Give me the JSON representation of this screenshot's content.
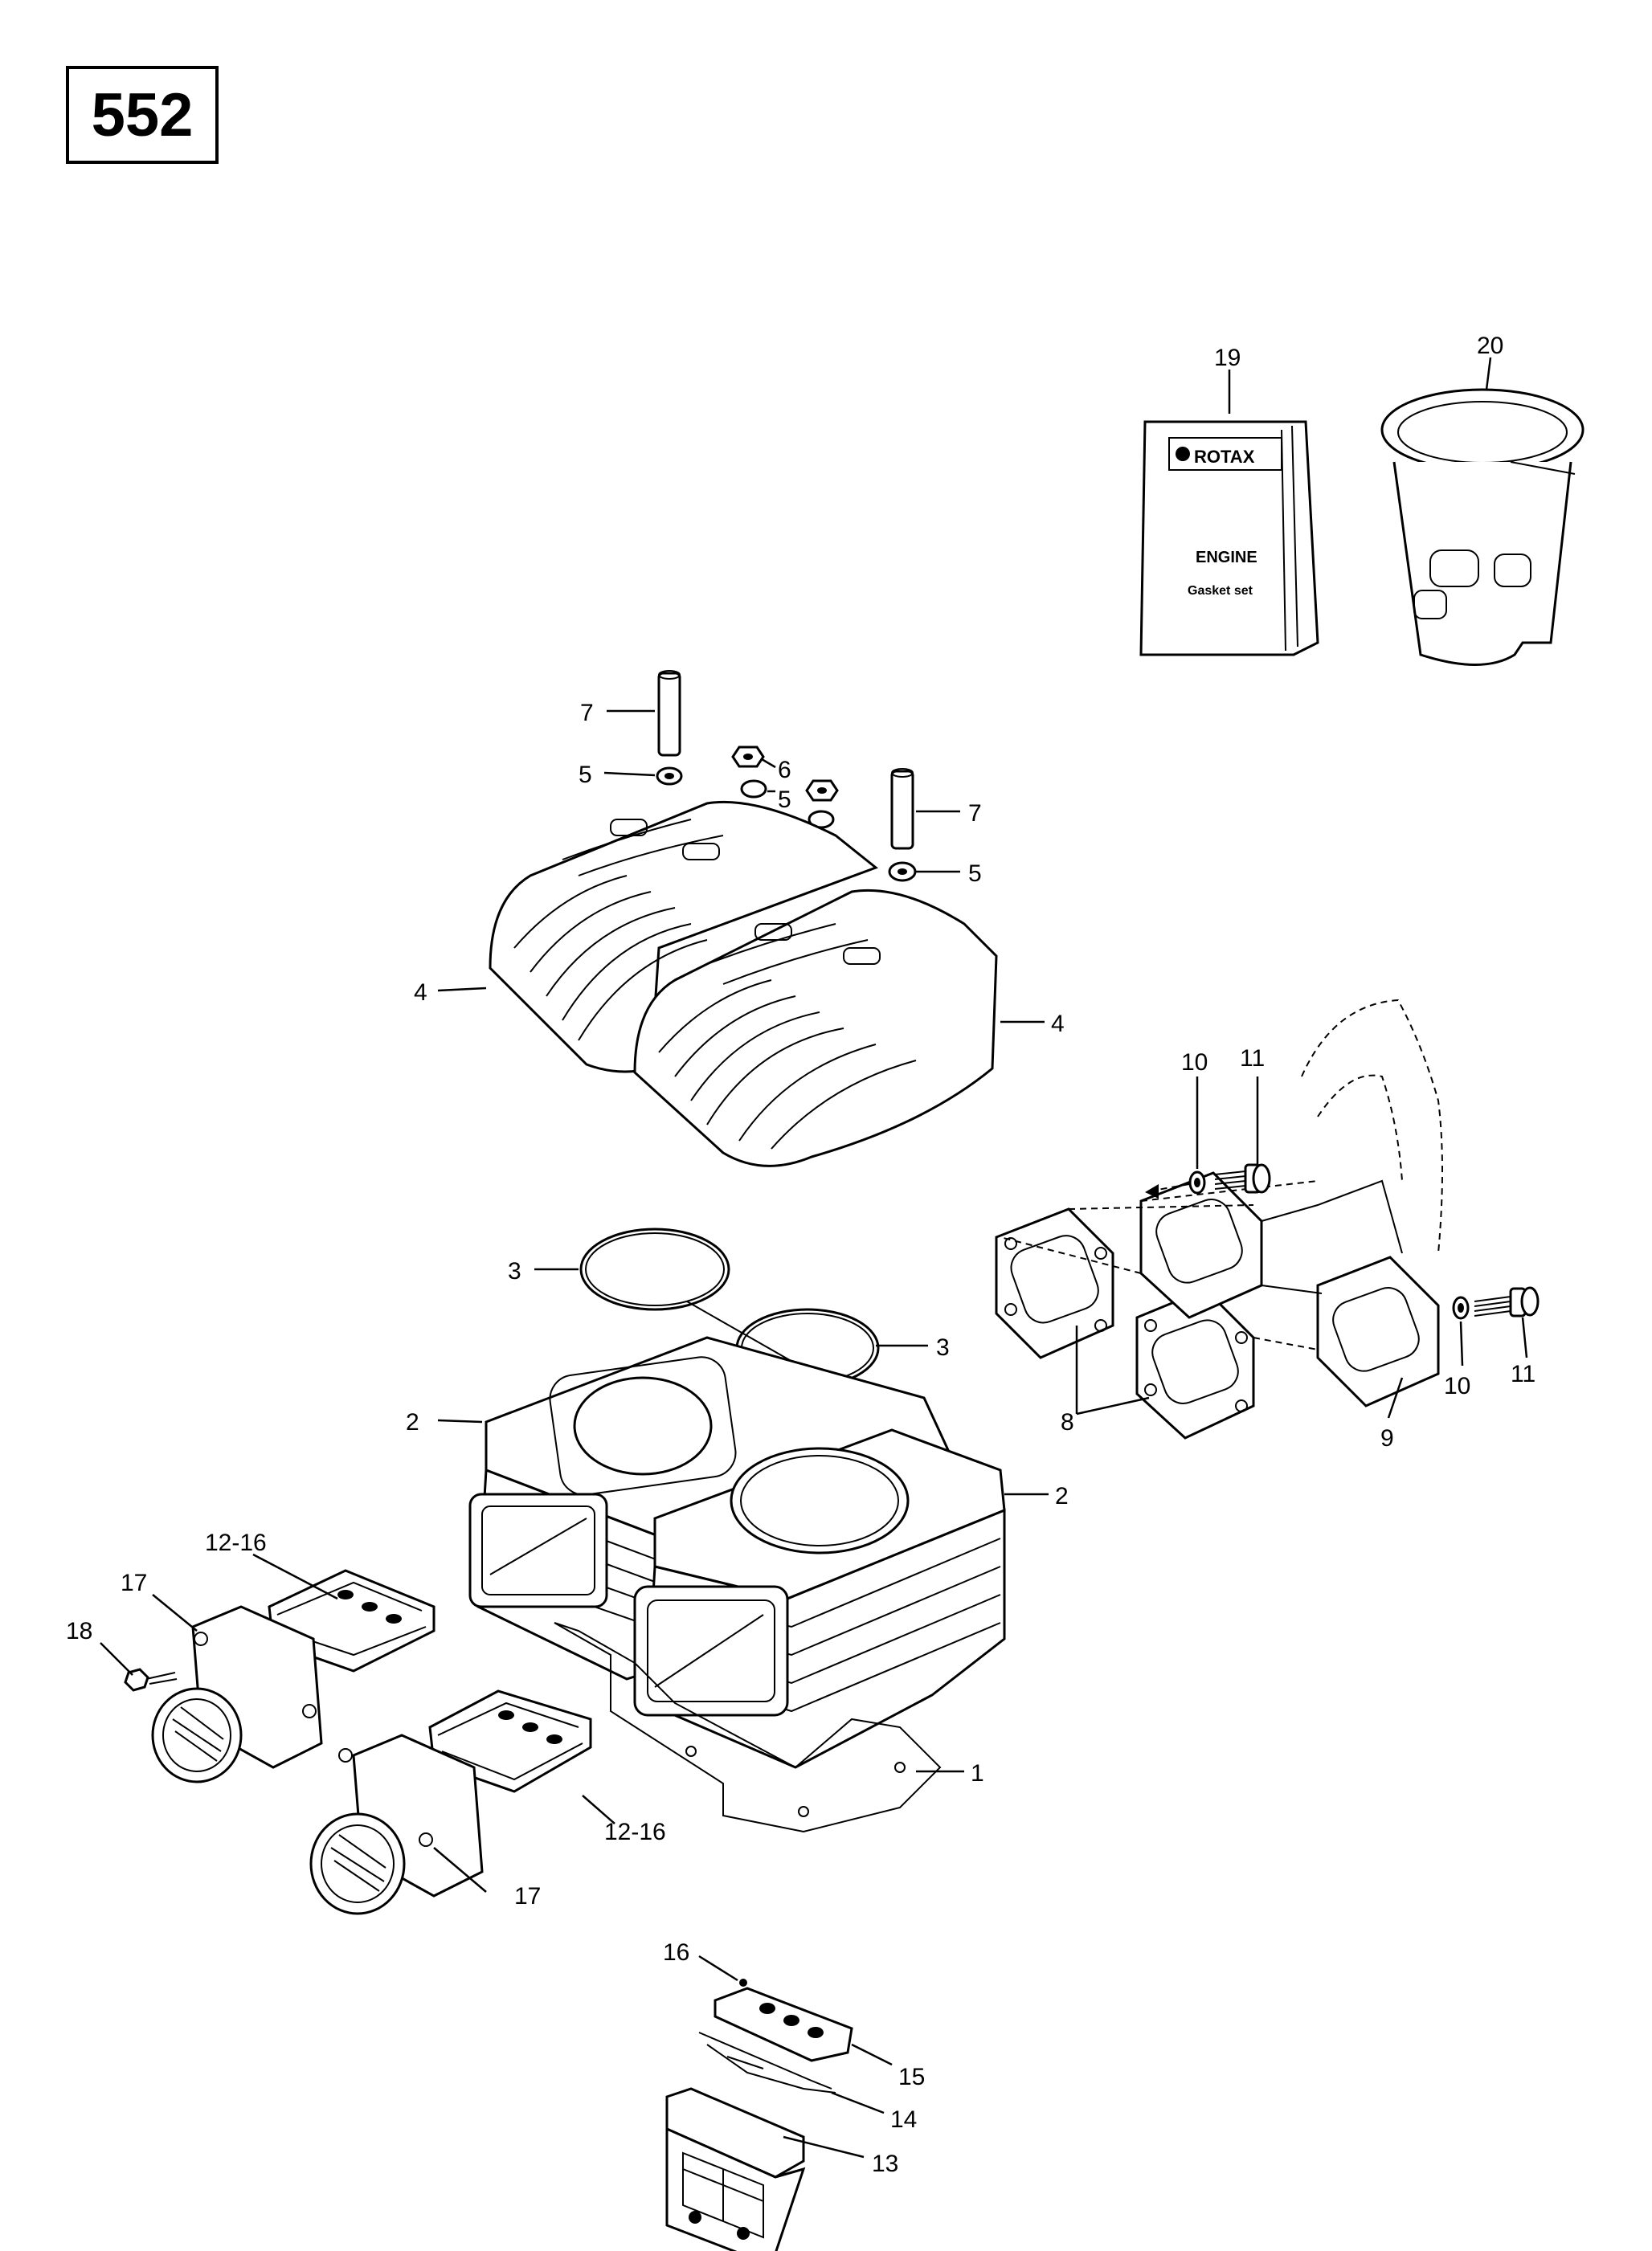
{
  "diagram": {
    "page_number": "552",
    "manual": {
      "brand": "ROTAX",
      "line1": "ENGINE",
      "line2": "Gasket set"
    },
    "callouts": [
      {
        "id": "c19",
        "text": "19"
      },
      {
        "id": "c20",
        "text": "20"
      },
      {
        "id": "c7a",
        "text": "7"
      },
      {
        "id": "c5a",
        "text": "5"
      },
      {
        "id": "c6",
        "text": "6"
      },
      {
        "id": "c5b",
        "text": "5"
      },
      {
        "id": "c7b",
        "text": "7"
      },
      {
        "id": "c5c",
        "text": "5"
      },
      {
        "id": "c4a",
        "text": "4"
      },
      {
        "id": "c4b",
        "text": "4"
      },
      {
        "id": "c10a",
        "text": "10"
      },
      {
        "id": "c11a",
        "text": "11"
      },
      {
        "id": "c3a",
        "text": "3"
      },
      {
        "id": "c3b",
        "text": "3"
      },
      {
        "id": "c10b",
        "text": "10"
      },
      {
        "id": "c11b",
        "text": "11"
      },
      {
        "id": "c2a",
        "text": "2"
      },
      {
        "id": "c8",
        "text": "8"
      },
      {
        "id": "c9",
        "text": "9"
      },
      {
        "id": "c2b",
        "text": "2"
      },
      {
        "id": "c1216a",
        "text": "12-16"
      },
      {
        "id": "c17a",
        "text": "17"
      },
      {
        "id": "c18",
        "text": "18"
      },
      {
        "id": "c1",
        "text": "1"
      },
      {
        "id": "c1216b",
        "text": "12-16"
      },
      {
        "id": "c17b",
        "text": "17"
      },
      {
        "id": "c16",
        "text": "16"
      },
      {
        "id": "c15",
        "text": "15"
      },
      {
        "id": "c14",
        "text": "14"
      },
      {
        "id": "c13",
        "text": "13"
      }
    ]
  }
}
